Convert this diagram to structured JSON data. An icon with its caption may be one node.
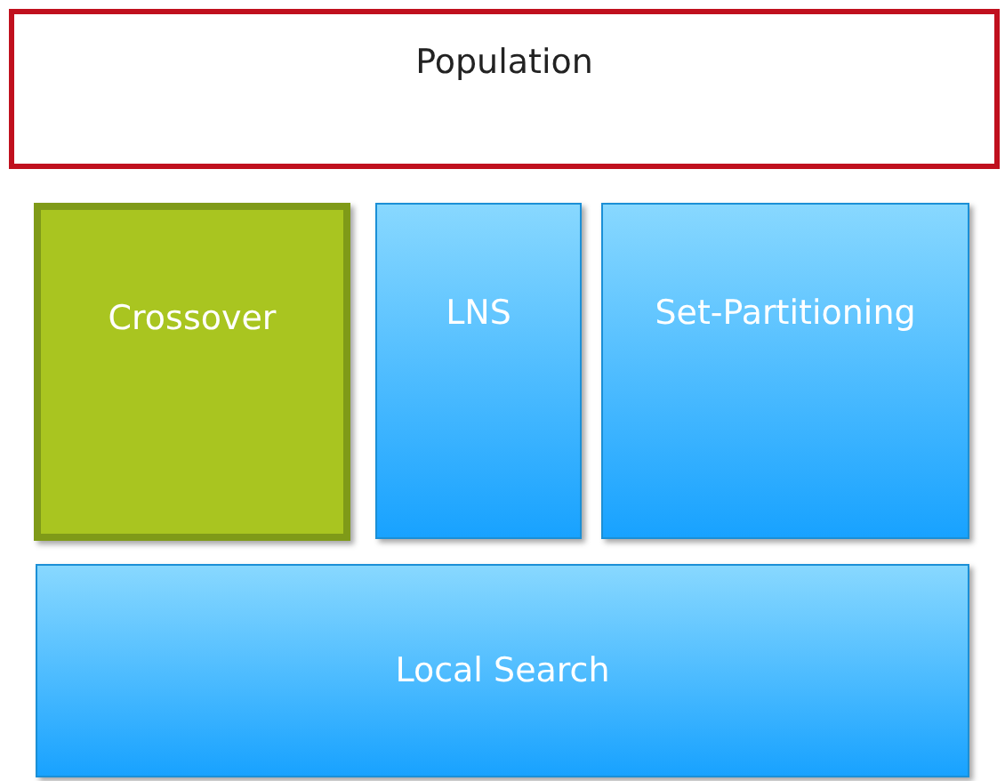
{
  "diagram": {
    "nodes": [
      {
        "text": [
          "Population"
        ]
      },
      {
        "text": [
          "Crossover"
        ]
      },
      {
        "text": [
          "LNS"
        ]
      },
      {
        "text": [
          "Set-Partitioning"
        ]
      },
      {
        "text": [
          "Local Search"
        ]
      }
    ]
  }
}
